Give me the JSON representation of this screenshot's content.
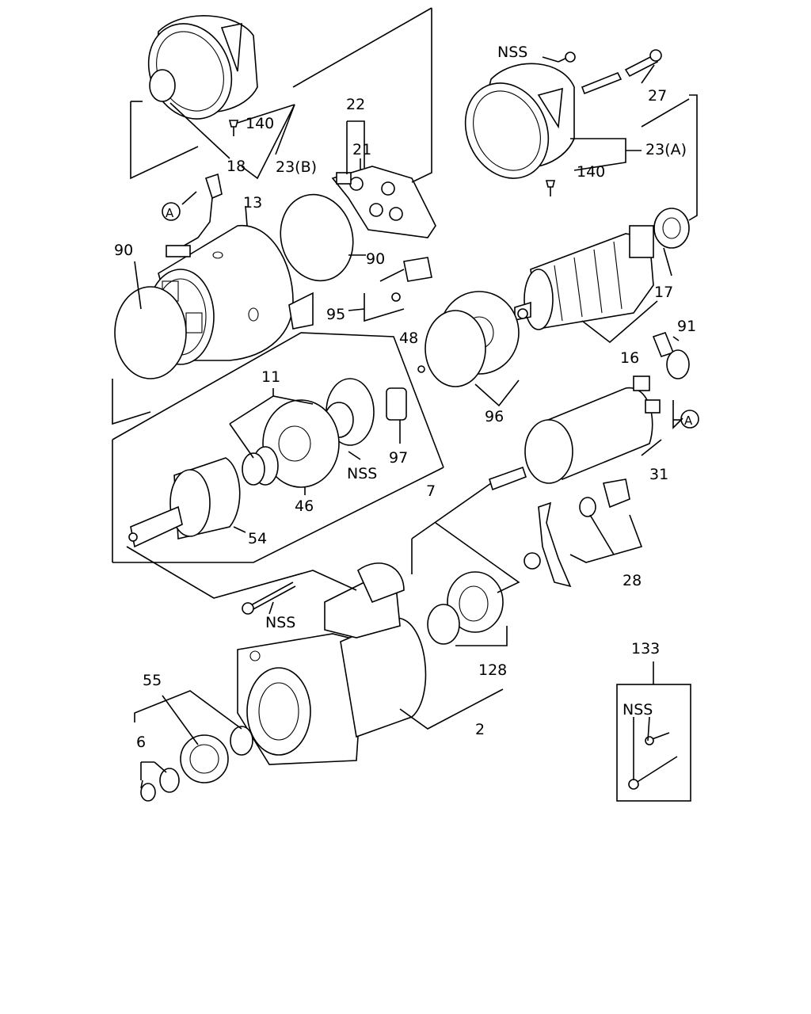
{
  "diagram": {
    "labels": {
      "nss_top": "NSS",
      "p27": "27",
      "p22": "22",
      "p140a": "140",
      "p21": "21",
      "p18": "18",
      "p23b": "23(B)",
      "p23a": "23(A)",
      "p140b": "140",
      "p13": "13",
      "ref_a1": "A",
      "p90a": "90",
      "p90b": "90",
      "p95": "95",
      "p17": "17",
      "p16": "16",
      "p91": "91",
      "p48": "48",
      "p96": "96",
      "p11": "11",
      "nss_mid": "NSS",
      "p97": "97",
      "p46": "46",
      "p7": "7",
      "p31": "31",
      "ref_a2": "A",
      "p54": "54",
      "p28": "28",
      "nss_bolt": "NSS",
      "p128": "128",
      "p133": "133",
      "nss_box": "NSS",
      "p55": "55",
      "p6": "6",
      "p2": "2"
    }
  }
}
